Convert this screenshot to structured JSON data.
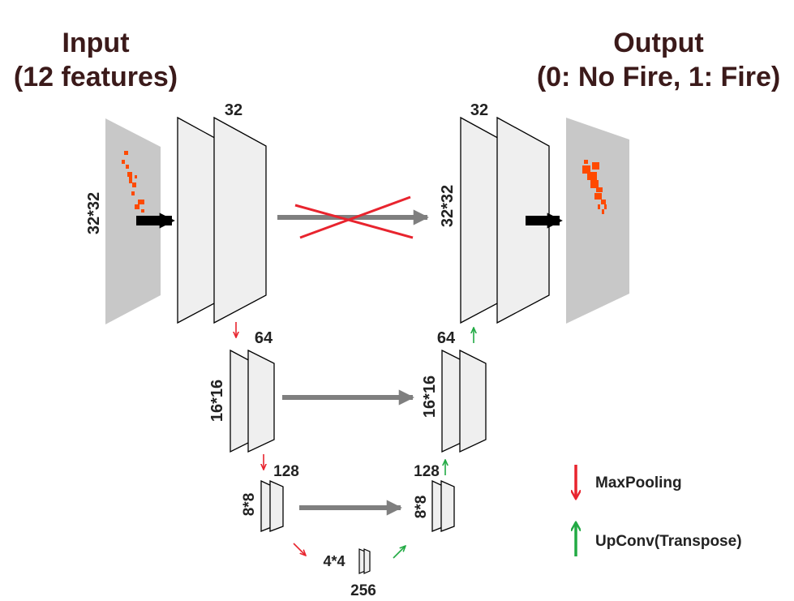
{
  "input": {
    "title_line1": "Input",
    "title_line2": "(12 features)",
    "size_label": "32*32"
  },
  "output": {
    "title_line1": "Output",
    "title_line2": "(0: No Fire, 1: Fire)"
  },
  "encoder": {
    "level1": {
      "channels": "32"
    },
    "level2": {
      "channels": "64",
      "size_label": "16*16"
    },
    "level3": {
      "channels": "128",
      "size_label": "8*8"
    }
  },
  "bottleneck": {
    "size_label": "4*4",
    "channels": "256"
  },
  "decoder": {
    "level1": {
      "channels": "32",
      "size_label": "32*32"
    },
    "level2": {
      "channels": "64",
      "size_label": "16*16"
    },
    "level3": {
      "channels": "128",
      "size_label": "8*8"
    }
  },
  "legend": {
    "maxpool_label": "MaxPooling",
    "upconv_label": "UpConv(Transpose)"
  },
  "colors": {
    "feature_map_fill": "#efefef",
    "feature_map_stroke": "#000000",
    "input_panel": "#c8c8c8",
    "fire": "#ff4a00",
    "skip_arrow": "#7f7f7f",
    "cross": "#e8242e",
    "maxpool_arrow": "#e8242e",
    "upconv_arrow": "#22aa44",
    "io_arrow": "#000000"
  }
}
